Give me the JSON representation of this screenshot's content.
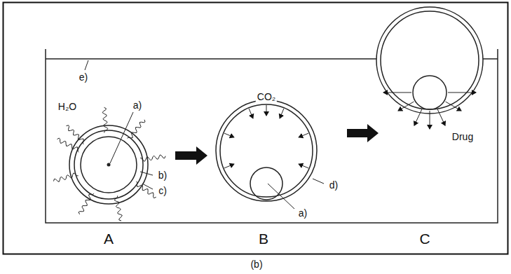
{
  "diagram": {
    "caption": "(b)",
    "labels": [
      "H₂O",
      "a)",
      "b)",
      "c)",
      "CO₂",
      "d)",
      "a)",
      "e)",
      "Drug",
      "A",
      "B",
      "C"
    ]
  }
}
